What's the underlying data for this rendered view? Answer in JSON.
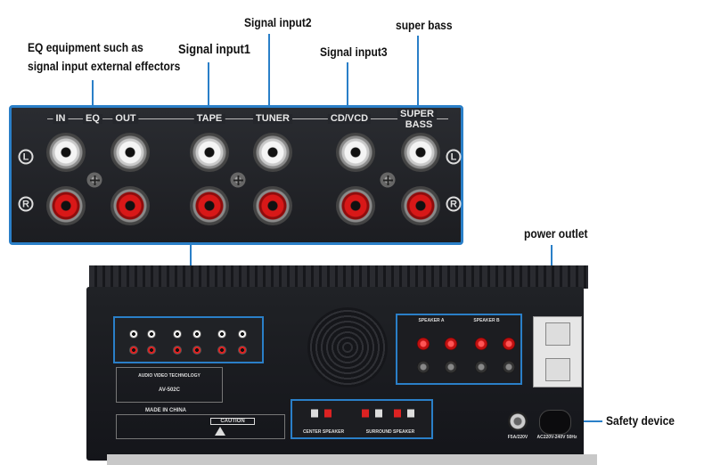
{
  "callouts": {
    "eq": "EQ equipment such as",
    "eq2": "signal input external effectors",
    "signal1": "Signal input1",
    "signal2": "Signal input2",
    "signal3": "Signal input3",
    "super_bass": "super bass",
    "power": "power outlet",
    "safety": "Safety device"
  },
  "panel": {
    "in": "IN",
    "eq": "EQ",
    "out": "OUT",
    "tape": "TAPE",
    "tuner": "TUNER",
    "cd": "CD/VCD",
    "super": "SUPER",
    "bass": "BASS",
    "left": "L",
    "right": "R"
  },
  "amp": {
    "brand": "AUDIO VIDEO TECHNOLOGY",
    "model": "AV-502C",
    "made": "MADE IN CHINA",
    "caution": "CAUTION",
    "speaker_a": "SPEAKER A",
    "speaker_b": "SPEAKER B",
    "center": "CENTER SPEAKER",
    "surround": "SURROUND SPEAKER",
    "fuse": "F5A/220V",
    "voltage": "AC220V-240V 50Hz"
  },
  "colors": {
    "accent": "#2a7fc8",
    "panel": "#1e1f24",
    "red_jack": "#d81818"
  }
}
